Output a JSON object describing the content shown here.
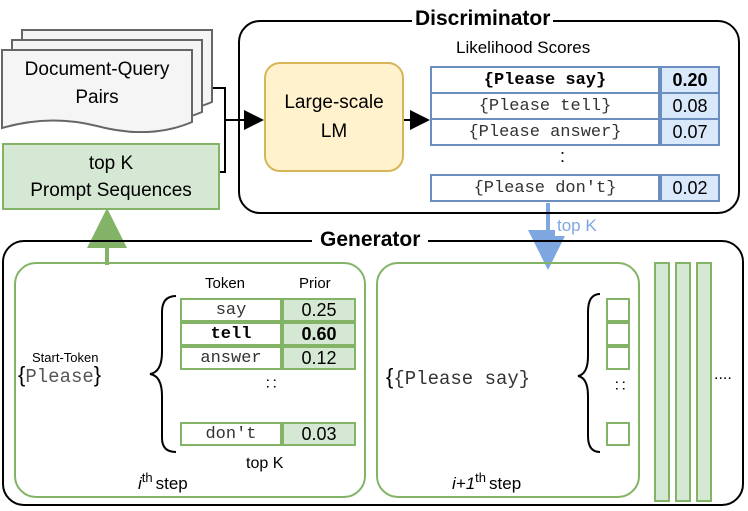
{
  "documents": {
    "label_line1": "Document-Query",
    "label_line2": "Pairs"
  },
  "top_k_box": {
    "line1": "top K",
    "line2": "Prompt Sequences"
  },
  "discriminator": {
    "title": "Discriminator",
    "lm_line1": "Large-scale",
    "lm_line2": "LM",
    "scores_title": "Likelihood Scores",
    "candidates": [
      {
        "text": "{Please say}",
        "score": "0.20",
        "bold": true
      },
      {
        "text": "{Please tell}",
        "score": "0.08",
        "bold": false
      },
      {
        "text": "{Please answer}",
        "score": "0.07",
        "bold": false
      },
      {
        "text": "{Please don't}",
        "score": "0.02",
        "bold": false
      }
    ],
    "ellipsis": ":"
  },
  "top_k_arrow_label": "top K",
  "generator": {
    "title": "Generator",
    "step_i": {
      "start_token_label": "Start-Token",
      "seq_open": "{",
      "seq_word": "Please",
      "seq_close": "}",
      "col_token": "Token",
      "col_prior": "Prior",
      "rows": [
        {
          "token": "say",
          "prior": "0.25",
          "bold": false
        },
        {
          "token": "tell",
          "prior": "0.60",
          "bold": true
        },
        {
          "token": "answer",
          "prior": "0.12",
          "bold": false
        },
        {
          "token": "don't",
          "prior": "0.03",
          "bold": false
        }
      ],
      "ellipsis": ":",
      "topk": "top K",
      "step_var": "i",
      "step_sup": "th",
      "step_word": "step"
    },
    "step_i1": {
      "sequence": "{Please say}",
      "ellipsis": ":",
      "step_var": "i+1",
      "step_sup": "th",
      "step_word": "step"
    },
    "more": "...."
  },
  "colors": {
    "green_fill": "#d5e8d4",
    "green_stroke": "#82b366",
    "blue_fill": "#dae8fc",
    "blue_stroke": "#6c8ebf",
    "yellow_fill": "#fff2cc",
    "yellow_stroke": "#d6b656",
    "arrow_green": "#82b366",
    "arrow_blue": "#7ea6e0"
  }
}
